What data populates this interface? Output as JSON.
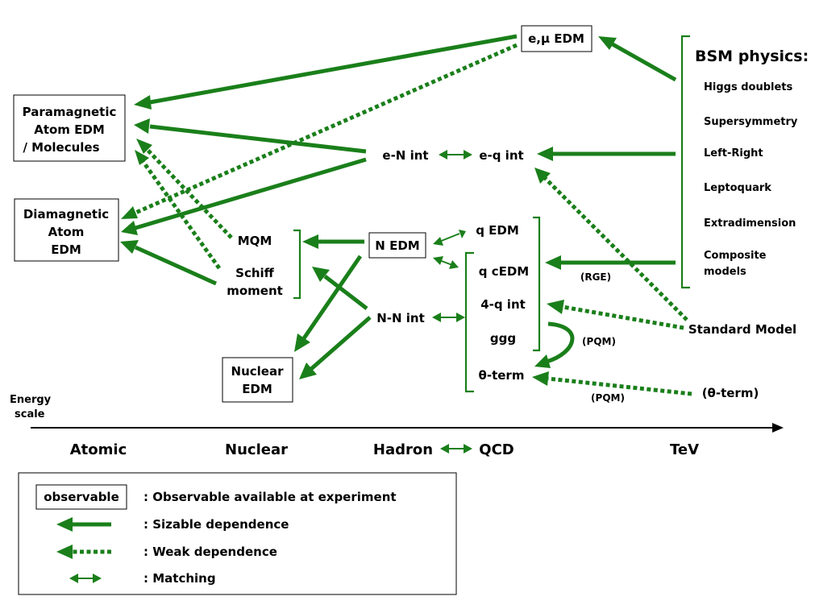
{
  "nodes": {
    "emu_edm": "e,μ EDM",
    "para_l1": "Paramagnetic",
    "para_l2": "Atom EDM",
    "para_l3": "/ Molecules",
    "dia_l1": "Diamagnetic",
    "dia_l2": "Atom",
    "dia_l3": "EDM",
    "mqm": "MQM",
    "schiff_l1": "Schiff",
    "schiff_l2": "moment",
    "n_edm": "N EDM",
    "nuc_l1": "Nuclear",
    "nuc_l2": "EDM",
    "en_int": "e-N int",
    "eq_int": "e-q int",
    "nn_int": "N-N int",
    "q_edm": "q EDM",
    "q_cedm": "q cEDM",
    "fourq_int": "4-q int",
    "ggg": "ggg",
    "theta_term": "θ-term",
    "sm": "Standard Model",
    "theta_term_paren": "(θ-term)"
  },
  "bsm": {
    "title": "BSM physics:",
    "items": [
      "Higgs doublets",
      "Supersymmetry",
      "Left-Right",
      "Leptoquark",
      "Extradimension",
      "Composite",
      "models"
    ]
  },
  "annotations": {
    "rge": "(RGE)",
    "pqm1": "(PQM)",
    "pqm2": "(PQM)"
  },
  "axis": {
    "label_l1": "Energy",
    "label_l2": "scale",
    "ticks": [
      "Atomic",
      "Nuclear",
      "Hadron",
      "QCD",
      "TeV"
    ]
  },
  "legend": {
    "box_label": "observable",
    "observable_text": ": Observable available at experiment",
    "sizable_text": ": Sizable dependence",
    "weak_text": ": Weak dependence",
    "matching_text": ": Matching"
  },
  "colors": {
    "arrow": "#1a7f1a",
    "text": "#000000",
    "box_border": "#000000"
  }
}
